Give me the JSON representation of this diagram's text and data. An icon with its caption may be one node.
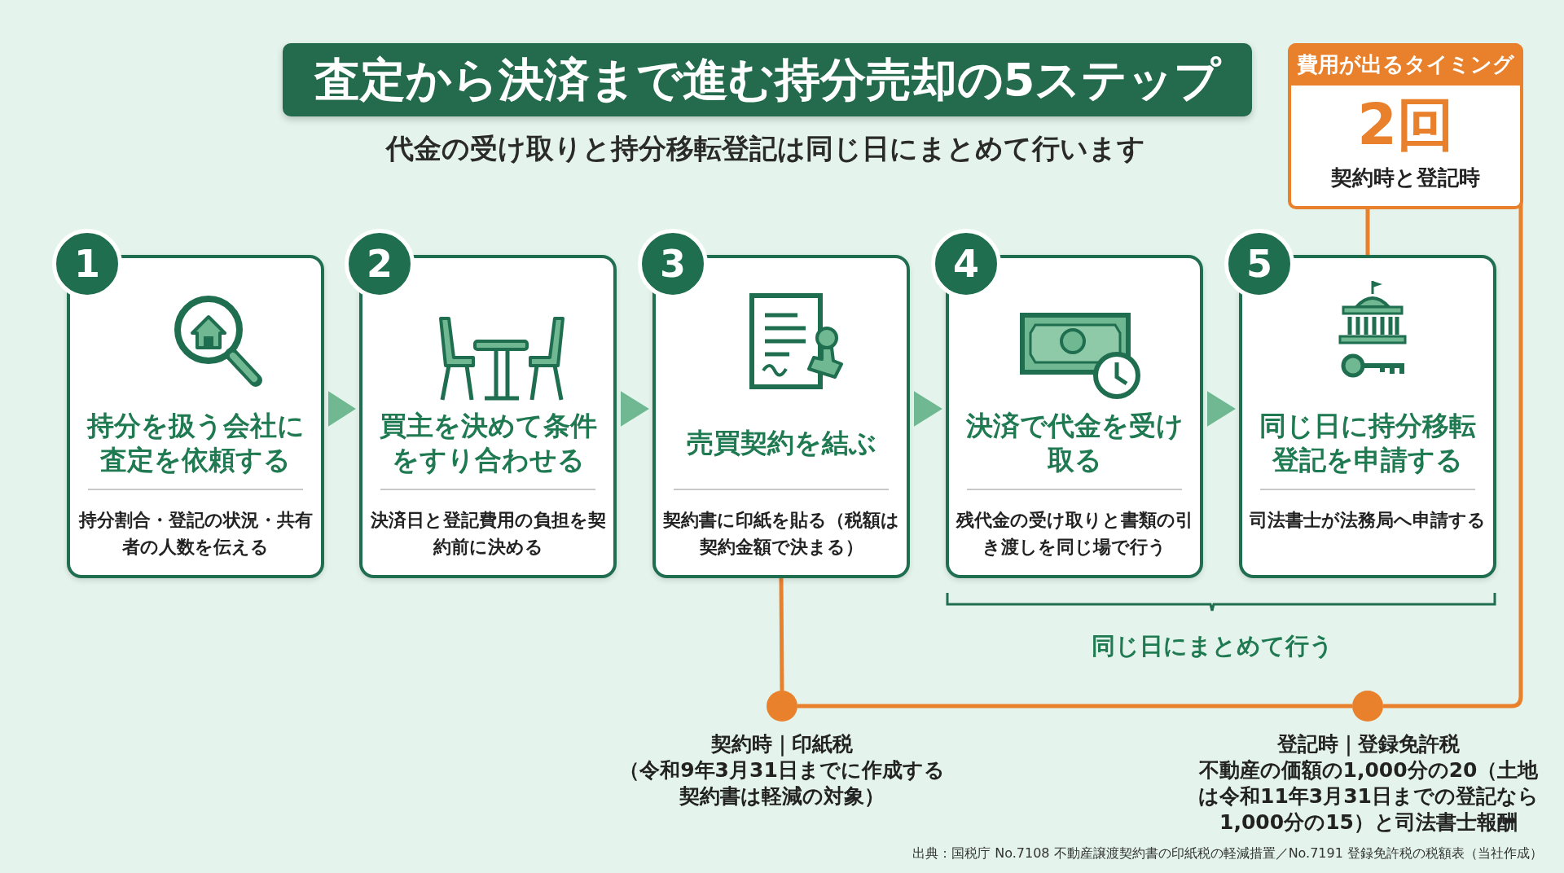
{
  "diagram": {
    "title": "査定から決済まで進む持分売却の5ステップ",
    "nodes": [
      {
        "text": [
          "1",
          "持分を扱う会社に査定を依頼する",
          "持分割合・登記の状況・共有者の人数を伝える"
        ]
      },
      {
        "text": [
          "2",
          "買主を決めて条件をすり合わせる",
          "決済日と登記費用の負担を契約前に決める"
        ]
      },
      {
        "text": [
          "3",
          "売買契約を結ぶ",
          "契約書に印紙を貼る（税額は契約金額で決まる）"
        ]
      },
      {
        "text": [
          "4",
          "決済で代金を受け取る",
          "残代金の受け取りと書類の引き渡しを同じ場で行う"
        ]
      },
      {
        "text": [
          "5",
          "同じ日に持分移転登記を申請する",
          "司法書士が法務局へ申請する"
        ]
      },
      {
        "text": [
          "費用が出るタイミング",
          "2回",
          "契約時と登記時"
        ]
      },
      {
        "text": [],
        "shape": "circle",
        "beside": [
          "契約時｜印紙税",
          "（令和9年3月31日までに作成する契約書は軽減の対象）"
        ]
      },
      {
        "text": [],
        "shape": "circle",
        "beside": [
          "登記時｜登録免許税",
          "不動産の価額の1,000分の20（土地は令和11年3月31日までの登記なら1,000分の15）と司法書士報酬"
        ]
      }
    ],
    "edges": [
      {
        "from": 0,
        "to": 1,
        "arrow": "to"
      },
      {
        "from": 1,
        "to": 2,
        "arrow": "to"
      },
      {
        "from": 2,
        "to": 3,
        "arrow": "to"
      },
      {
        "from": 3,
        "to": 4,
        "arrow": "to"
      },
      {
        "from": 2,
        "to": 6,
        "arrow": "none",
        "color": "#e8802c"
      },
      {
        "from": 6,
        "to": 7,
        "arrow": "none",
        "color": "#e8802c"
      },
      {
        "from": 7,
        "to": 5,
        "arrow": "none",
        "color": "#e8802c"
      },
      {
        "from": 4,
        "to": 5,
        "arrow": "none",
        "color": "#e8802c"
      }
    ],
    "labels": [
      "代金の受け取りと持分移転登記は同じ日にまとめて行います",
      "同じ日にまとめて行う",
      "出典：国税庁 No.7108 不動産譲渡契約書の印紙税の軽減措置／No.7191 登録免許税の税額表（当社作成）"
    ]
  }
}
